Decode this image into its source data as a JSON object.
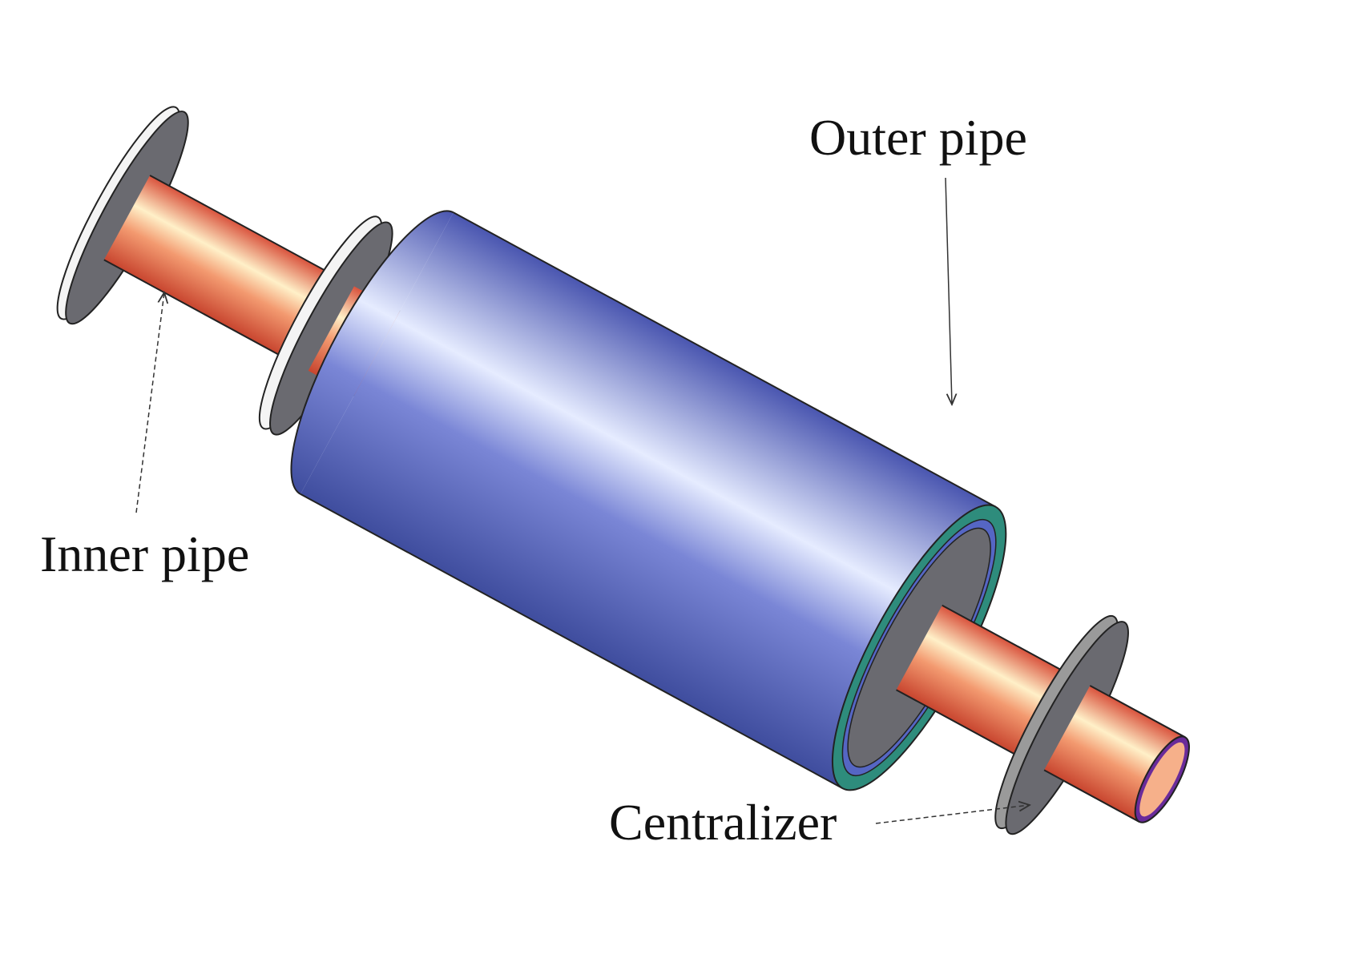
{
  "labels": {
    "outer_pipe": "Outer pipe",
    "inner_pipe": "Inner pipe",
    "centralizer": "Centralizer"
  },
  "colors": {
    "inner_pipe": "#e8664a",
    "inner_pipe_highlight": "#fff0c8",
    "outer_pipe": "#5566c4",
    "outer_pipe_highlight": "#e6ecff",
    "outer_pipe_rim": "#2e8c7c",
    "centralizer": "#6a6a70",
    "centralizer_rim": "#d8d8d8",
    "inner_bore_rim": "#6a2b9a"
  }
}
